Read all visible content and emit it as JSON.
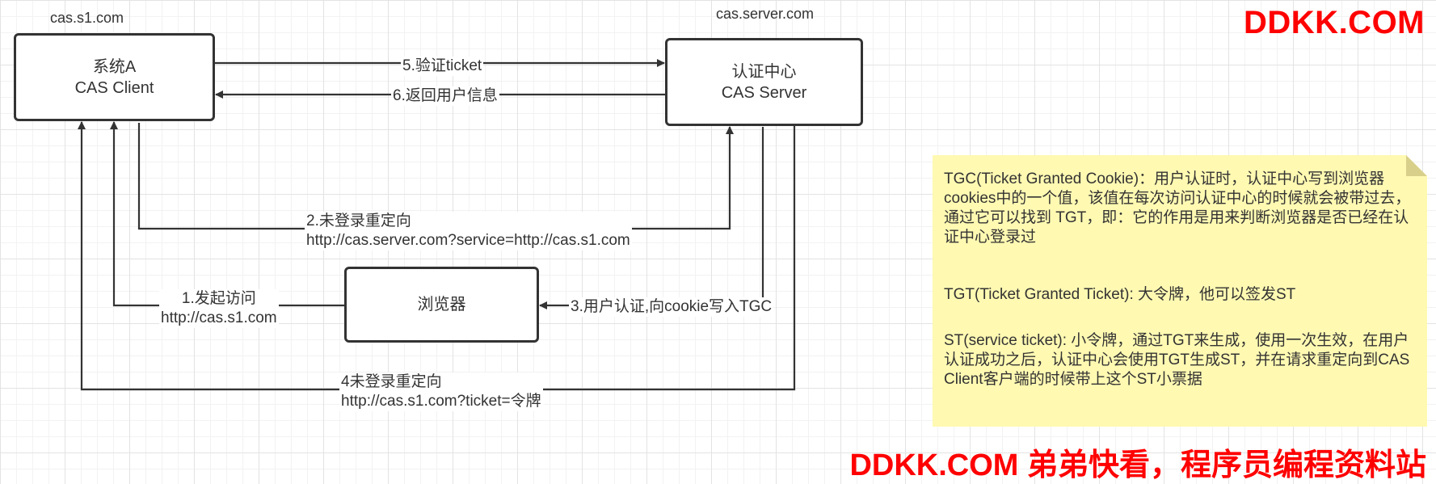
{
  "nodes": {
    "client_domain": "cas.s1.com",
    "server_domain": "cas.server.com",
    "client_box": {
      "line1": "系统A",
      "line2": "CAS Client"
    },
    "server_box": {
      "line1": "认证中心",
      "line2": "CAS Server"
    },
    "browser_box": {
      "label": "浏览器"
    }
  },
  "edges": {
    "e1": {
      "line1": "1.发起访问",
      "line2": "http://cas.s1.com"
    },
    "e2": {
      "line1": "2.未登录重定向",
      "line2": "http://cas.server.com?service=http://cas.s1.com"
    },
    "e3": {
      "text": "3.用户认证,向cookie写入TGC"
    },
    "e4": {
      "line1": "4未登录重定向",
      "line2": "http://cas.s1.com?ticket=令牌"
    },
    "e5": {
      "text": "5.验证ticket"
    },
    "e6": {
      "text": "6.返回用户信息"
    }
  },
  "note": {
    "tgc": "TGC(Ticket Granted Cookie)：用户认证时，认证中心写到浏览器cookies中的一个值，该值在每次访问认证中心的时候就会被带过去，通过它可以找到 TGT，即：它的作用是用来判断浏览器是否已经在认证中心登录过",
    "tgt": "TGT(Ticket Granted Ticket): 大令牌，他可以签发ST",
    "st": "ST(service ticket): 小令牌，通过TGT来生成，使用一次生效，在用户认证成功之后，认证中心会使用TGT生成ST，并在请求重定向到CAS Client客户端的时候带上这个ST小票据"
  },
  "watermark": {
    "top": "DDKK.COM",
    "bottom": "DDKK.COM 弟弟快看，程序员编程资料站"
  },
  "colors": {
    "line": "#333333",
    "note_bg": "#fff9b2",
    "watermark": "#ff0000"
  }
}
